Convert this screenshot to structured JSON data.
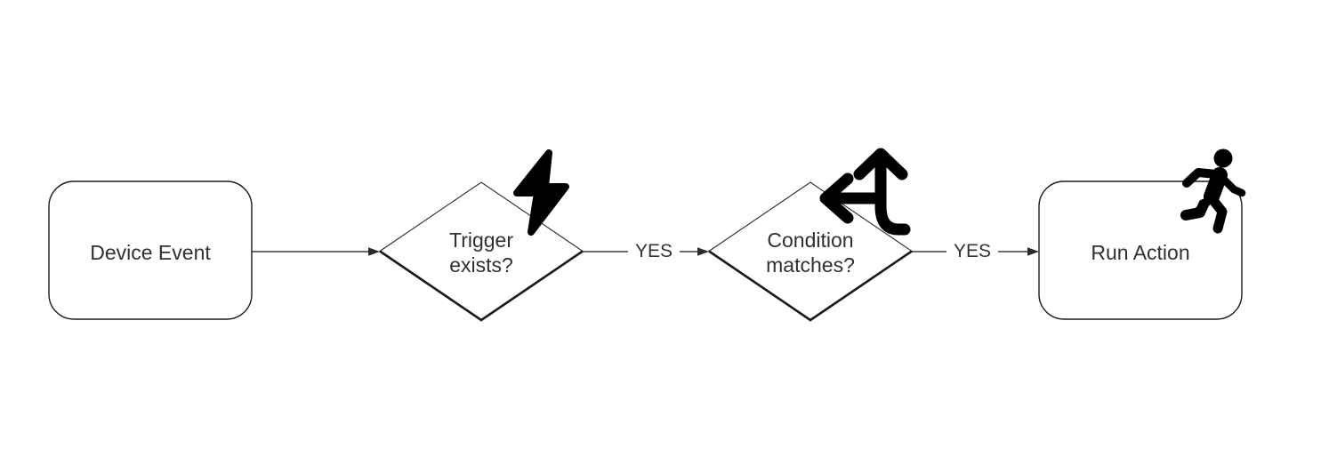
{
  "diagram": {
    "nodes": [
      {
        "id": "device-event",
        "type": "process",
        "label": "Device Event"
      },
      {
        "id": "trigger-exists",
        "type": "decision",
        "lines": [
          "Trigger",
          "exists?"
        ],
        "icon": "bolt-icon"
      },
      {
        "id": "condition-matches",
        "type": "decision",
        "lines": [
          "Condition",
          "matches?"
        ],
        "icon": "split-arrows-icon"
      },
      {
        "id": "run-action",
        "type": "process",
        "label": "Run Action",
        "icon": "person-running-icon"
      }
    ],
    "edges": [
      {
        "from": "device-event",
        "to": "trigger-exists",
        "label": ""
      },
      {
        "from": "trigger-exists",
        "to": "condition-matches",
        "label": "YES"
      },
      {
        "from": "condition-matches",
        "to": "run-action",
        "label": "YES"
      }
    ],
    "colors": {
      "background": "#ffffff",
      "shape_stroke": "#1a1a1a",
      "shape_fill": "#ffffff",
      "edge_line": "#3d3d3d",
      "arrowhead": "#2b2b2b",
      "label_text": "#303030",
      "icon_fill": "#000000"
    }
  }
}
